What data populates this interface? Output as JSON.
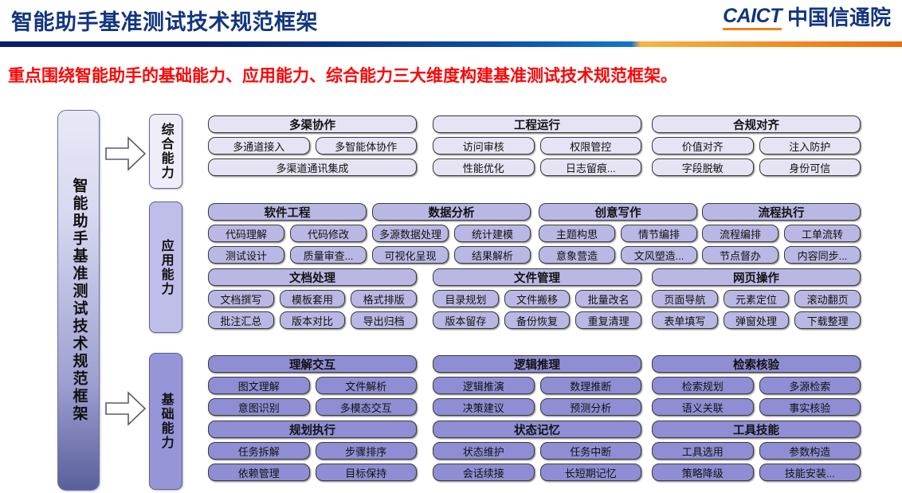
{
  "header": {
    "title": "智能助手基准测试技术规范框架",
    "brand_mark": "CAICT",
    "brand_cn": "中国信通院",
    "brand_accent": "#ef8019",
    "title_color": "#12357e"
  },
  "subtitle": "重点围绕智能助手的基础能力、应用能力、综合能力三大维度构建基准测试技术规范框架。",
  "spine": {
    "label": "智能助手基准测试技术规范框架"
  },
  "tiers": [
    {
      "key": "comprehensive",
      "label": "综合能力",
      "fill": "#e6e4f4",
      "groups": [
        {
          "title": "多渠协作",
          "rows": [
            [
              "多通道接入",
              "多智能体协作"
            ],
            [
              "多渠道通讯集成"
            ]
          ]
        },
        {
          "title": "工程运行",
          "rows": [
            [
              "访问审核",
              "权限管控"
            ],
            [
              "性能优化",
              "日志留痕..."
            ]
          ]
        },
        {
          "title": "合规对齐",
          "rows": [
            [
              "价值对齐",
              "注入防护"
            ],
            [
              "字段脱敏",
              "身份可信"
            ]
          ]
        }
      ]
    },
    {
      "key": "application",
      "label": "应用能力",
      "fill": "#b9b8e4",
      "groups": [
        {
          "title": "软件工程",
          "rows": [
            [
              "代码理解",
              "代码修改"
            ],
            [
              "测试设计",
              "质量审查..."
            ]
          ]
        },
        {
          "title": "数据分析",
          "rows": [
            [
              "多源数据处理",
              "统计建模"
            ],
            [
              "可视化呈现",
              "结果解析"
            ]
          ]
        },
        {
          "title": "创意写作",
          "rows": [
            [
              "主题构思",
              "情节编排"
            ],
            [
              "意象营造",
              "文风塑造..."
            ]
          ]
        },
        {
          "title": "流程执行",
          "rows": [
            [
              "流程编排",
              "工单流转"
            ],
            [
              "节点督办",
              "内容同步..."
            ]
          ]
        },
        {
          "title": "文档处理",
          "rows": [
            [
              "文档撰写",
              "模板套用",
              "格式排版"
            ],
            [
              "批注汇总",
              "版本对比",
              "导出归档"
            ]
          ]
        },
        {
          "title": "文件管理",
          "rows": [
            [
              "目录规划",
              "文件搬移",
              "批量改名"
            ],
            [
              "版本留存",
              "备份恢复",
              "重复清理"
            ]
          ]
        },
        {
          "title": "网页操作",
          "rows": [
            [
              "页面导航",
              "元素定位",
              "滚动翻页"
            ],
            [
              "表单填写",
              "弹窗处理",
              "下载整理"
            ]
          ]
        }
      ]
    },
    {
      "key": "foundation",
      "label": "基础能力",
      "fill": "#8f8ed4",
      "groups": [
        {
          "title": "理解交互",
          "rows": [
            [
              "图文理解",
              "文件解析"
            ],
            [
              "意图识别",
              "多模态交互"
            ]
          ]
        },
        {
          "title": "逻辑推理",
          "rows": [
            [
              "逻辑推演",
              "数理推断"
            ],
            [
              "决策建议",
              "预测分析"
            ]
          ]
        },
        {
          "title": "检索核验",
          "rows": [
            [
              "检索规划",
              "多源检索"
            ],
            [
              "语义关联",
              "事实核验"
            ]
          ]
        },
        {
          "title": "规划执行",
          "rows": [
            [
              "任务拆解",
              "步骤排序"
            ],
            [
              "依赖管理",
              "目标保持"
            ]
          ]
        },
        {
          "title": "状态记忆",
          "rows": [
            [
              "状态维护",
              "任务中断"
            ],
            [
              "会话续接",
              "长短期记忆"
            ]
          ]
        },
        {
          "title": "工具技能",
          "rows": [
            [
              "工具选用",
              "参数构造"
            ],
            [
              "策略降级",
              "技能安装..."
            ]
          ]
        }
      ]
    }
  ],
  "arrows": [
    {
      "name": "arrow-to-comprehensive"
    },
    {
      "name": "arrow-to-foundation"
    }
  ]
}
